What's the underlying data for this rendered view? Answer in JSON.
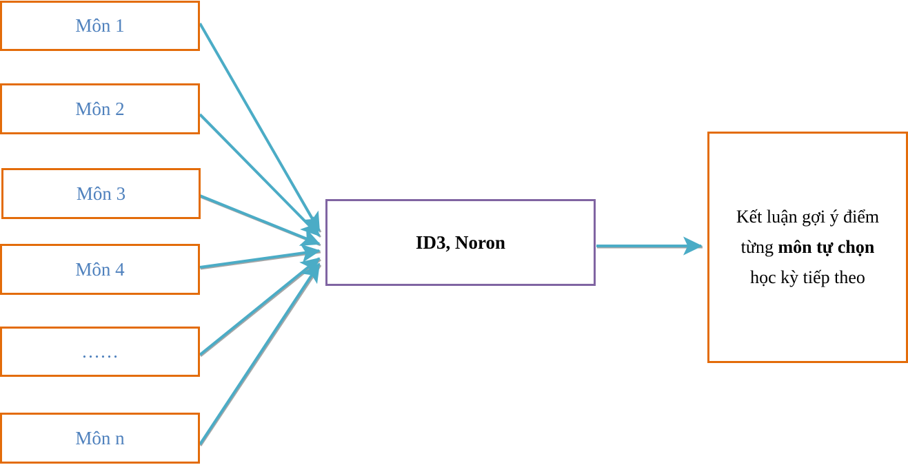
{
  "inputs": [
    {
      "label": "Môn 1"
    },
    {
      "label": "Môn 2"
    },
    {
      "label": "Môn 3"
    },
    {
      "label": "Môn 4"
    },
    {
      "label": "……"
    },
    {
      "label": "Môn n"
    }
  ],
  "model": {
    "label": "ID3, Noron"
  },
  "output": {
    "line1": "Kết luận gợi ý điểm",
    "line2_prefix": "từng",
    "line2_bold": "môn tự chọn",
    "line3": "học kỳ tiếp theo"
  },
  "colors": {
    "input_border": "#e36c0a",
    "input_text": "#4f81bd",
    "model_border": "#8064a2",
    "arrow": "#4bacc6",
    "arrow_shadow": "#a6a6a6"
  }
}
